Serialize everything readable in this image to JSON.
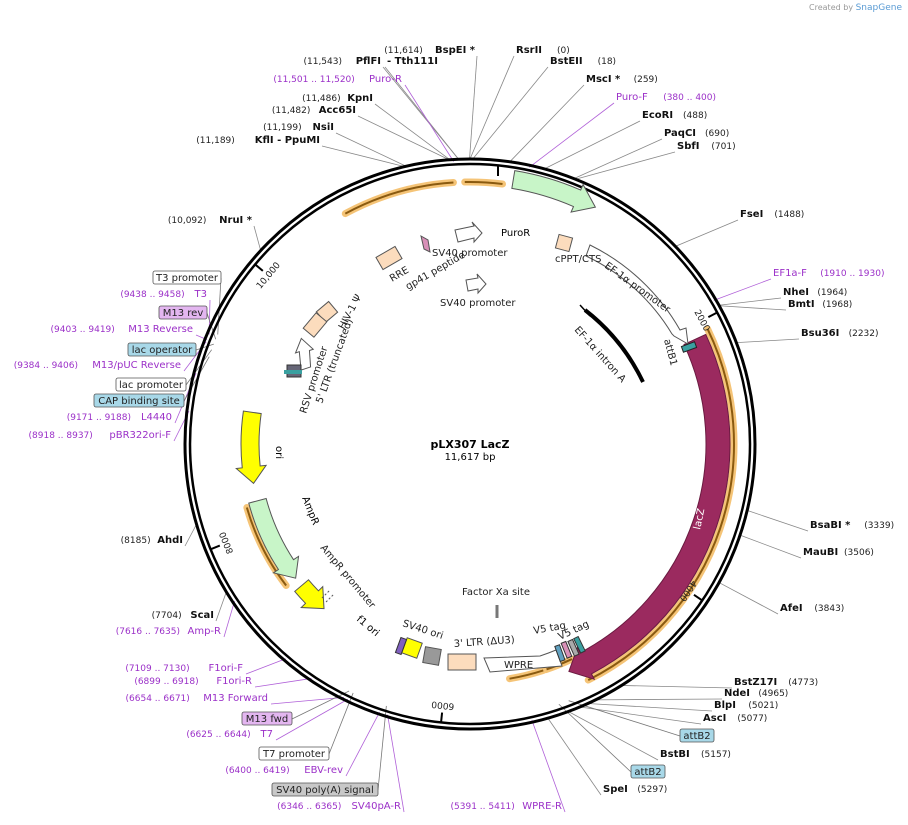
{
  "credit": {
    "prefix": "Created by",
    "brand": "SnapGene"
  },
  "plasmid": {
    "name": "pLX307 LacZ",
    "size": "11,617 bp",
    "length": 11617
  },
  "ticks": [
    {
      "bp": 2000,
      "label": "2000"
    },
    {
      "bp": 4000,
      "label": "4000"
    },
    {
      "bp": 6000,
      "label": "6000"
    },
    {
      "bp": 8000,
      "label": "8000"
    },
    {
      "bp": 10000,
      "label": "10,000"
    }
  ],
  "enzymes": [
    {
      "name": "BspEI *",
      "pos": "(11,614)",
      "bp": 11614,
      "side": "left"
    },
    {
      "name": "RsrII",
      "pos": "(0)",
      "bp": 0,
      "side": "right"
    },
    {
      "name": "PflFI",
      "pos": "(11,543)",
      "bp": 11543,
      "side": "left"
    },
    {
      "name": "- Tth111I",
      "pos": "",
      "bp": 11543,
      "side": "right"
    },
    {
      "name": "BstEII",
      "pos": "(18)",
      "bp": 18,
      "side": "right"
    },
    {
      "name": "MscI *",
      "pos": "(259)",
      "bp": 259,
      "side": "right"
    },
    {
      "name": "KpnI",
      "pos": "(11,486)",
      "bp": 11486,
      "side": "left"
    },
    {
      "name": "Acc65I",
      "pos": "(11,482)",
      "bp": 11482,
      "side": "left"
    },
    {
      "name": "EcoRI",
      "pos": "(488)",
      "bp": 488,
      "side": "right"
    },
    {
      "name": "NsiI",
      "pos": "(11,199)",
      "bp": 11199,
      "side": "left"
    },
    {
      "name": "PaqCI",
      "pos": "(690)",
      "bp": 690,
      "side": "right"
    },
    {
      "name": "KflI - PpuMI",
      "pos": "(11,189)",
      "bp": 11189,
      "side": "left"
    },
    {
      "name": "SbfI",
      "pos": "(701)",
      "bp": 701,
      "side": "right"
    },
    {
      "name": "FseI",
      "pos": "(1488)",
      "bp": 1488,
      "side": "right"
    },
    {
      "name": "NruI *",
      "pos": "(10,092)",
      "bp": 10092,
      "side": "left"
    },
    {
      "name": "NheI",
      "pos": "(1964)",
      "bp": 1964,
      "side": "right"
    },
    {
      "name": "BmtI",
      "pos": "(1968)",
      "bp": 1968,
      "side": "right"
    },
    {
      "name": "Bsu36I",
      "pos": "(2232)",
      "bp": 2232,
      "side": "right"
    },
    {
      "name": "BsaBI *",
      "pos": "(3339)",
      "bp": 3339,
      "side": "right"
    },
    {
      "name": "MauBI",
      "pos": "(3506)",
      "bp": 3506,
      "side": "right"
    },
    {
      "name": "AhdI",
      "pos": "(8185)",
      "bp": 8185,
      "side": "left"
    },
    {
      "name": "AfeI",
      "pos": "(3843)",
      "bp": 3843,
      "side": "right"
    },
    {
      "name": "ScaI",
      "pos": "(7704)",
      "bp": 7704,
      "side": "left"
    },
    {
      "name": "BstZ17I",
      "pos": "(4773)",
      "bp": 4773,
      "side": "right"
    },
    {
      "name": "NdeI",
      "pos": "(4965)",
      "bp": 4965,
      "side": "right"
    },
    {
      "name": "BlpI",
      "pos": "(5021)",
      "bp": 5021,
      "side": "right"
    },
    {
      "name": "AscI",
      "pos": "(5077)",
      "bp": 5077,
      "side": "right"
    },
    {
      "name": "BstBI",
      "pos": "(5157)",
      "bp": 5157,
      "side": "right"
    },
    {
      "name": "SpeI",
      "pos": "(5297)",
      "bp": 5297,
      "side": "right"
    }
  ],
  "primers": [
    {
      "name": "Puro-R",
      "pos": "(11,501 .. 11,520)",
      "bp": 11510,
      "side": "left"
    },
    {
      "name": "Puro-F",
      "pos": "(380 .. 400)",
      "bp": 390,
      "side": "right"
    },
    {
      "name": "EF1a-F",
      "pos": "(1910 .. 1930)",
      "bp": 1920,
      "side": "right"
    },
    {
      "name": "T3",
      "pos": "(9438 .. 9458)",
      "bp": 9448,
      "side": "left"
    },
    {
      "name": "M13 Reverse",
      "pos": "(9403 .. 9419)",
      "bp": 9411,
      "side": "left"
    },
    {
      "name": "M13/pUC Reverse",
      "pos": "(9384 .. 9406)",
      "bp": 9395,
      "side": "left"
    },
    {
      "name": "L4440",
      "pos": "(9171 .. 9188)",
      "bp": 9180,
      "side": "left"
    },
    {
      "name": "pBR322ori-F",
      "pos": "(8918 .. 8937)",
      "bp": 8928,
      "side": "left"
    },
    {
      "name": "Amp-R",
      "pos": "(7616 .. 7635)",
      "bp": 7625,
      "side": "left"
    },
    {
      "name": "F1ori-F",
      "pos": "(7109 .. 7130)",
      "bp": 7120,
      "side": "left"
    },
    {
      "name": "F1ori-R",
      "pos": "(6899 .. 6918)",
      "bp": 6908,
      "side": "left"
    },
    {
      "name": "M13 Forward",
      "pos": "(6654 .. 6671)",
      "bp": 6662,
      "side": "left"
    },
    {
      "name": "T7",
      "pos": "(6625 .. 6644)",
      "bp": 6634,
      "side": "left"
    },
    {
      "name": "EBV-rev",
      "pos": "(6400 .. 6419)",
      "bp": 6410,
      "side": "left"
    },
    {
      "name": "SV40pA-R",
      "pos": "(6346 .. 6365)",
      "bp": 6355,
      "side": "left"
    },
    {
      "name": "WPRE-R",
      "pos": "(5391 .. 5411)",
      "bp": 5401,
      "side": "left"
    }
  ],
  "boxed_labels": [
    {
      "text": "T3 promoter",
      "fill": "#ffffff"
    },
    {
      "text": "M13 rev",
      "fill": "#e3b6f0"
    },
    {
      "text": "lac operator",
      "fill": "#a8d8e8"
    },
    {
      "text": "lac promoter",
      "fill": "#ffffff"
    },
    {
      "text": "CAP binding site",
      "fill": "#a8d8e8"
    },
    {
      "text": "M13 fwd",
      "fill": "#e3b6f0"
    },
    {
      "text": "T7 promoter",
      "fill": "#ffffff"
    },
    {
      "text": "SV40 poly(A) signal",
      "fill": "#c8c8c8"
    },
    {
      "text": "attB2",
      "fill": "#a8d8e8"
    },
    {
      "text": "attB2",
      "fill": "#a8d8e8"
    }
  ],
  "features": [
    {
      "name": "PuroR",
      "start": 300,
      "end": 900,
      "dir": 1,
      "ring": 268,
      "color": "#c8f5c8",
      "stroke": "#555555"
    },
    {
      "name": "lacZ",
      "start": 2100,
      "end": 5050,
      "dir": 1,
      "ring": 248,
      "color": "#9b2a5f",
      "stroke": "#6a1a40"
    },
    {
      "name": "ori",
      "start": 8380,
      "end": 8980,
      "dir": -1,
      "ring": 220,
      "color": "#ffff00",
      "stroke": "#555555"
    },
    {
      "name": "AmpR",
      "start": 7500,
      "end": 8230,
      "dir": -1,
      "ring": 220,
      "color": "#c8f5c8",
      "stroke": "#555555"
    },
    {
      "name": "f1 ori",
      "start": 7150,
      "end": 7420,
      "dir": -1,
      "ring": 220,
      "color": "#ffff00",
      "stroke": "#555555"
    }
  ],
  "feature_labels": [
    {
      "text": "SV40 promoter"
    },
    {
      "text": "cPPT/CTS"
    },
    {
      "text": "EF-1α promoter"
    },
    {
      "text": "RRE"
    },
    {
      "text": "gp41 peptide"
    },
    {
      "text": "SV40 promoter"
    },
    {
      "text": "HIV-1 Ψ"
    },
    {
      "text": "RSV promoter"
    },
    {
      "text": "5' LTR (truncated)"
    },
    {
      "text": "EF-1α intron A"
    },
    {
      "text": "attB1"
    },
    {
      "text": "AmpR promoter"
    },
    {
      "text": "SV40 ori"
    },
    {
      "text": "3' LTR (ΔU3)"
    },
    {
      "text": "WPRE"
    },
    {
      "text": "V5 tag"
    },
    {
      "text": "V5 tag"
    },
    {
      "text": "Factor Xa site"
    }
  ]
}
